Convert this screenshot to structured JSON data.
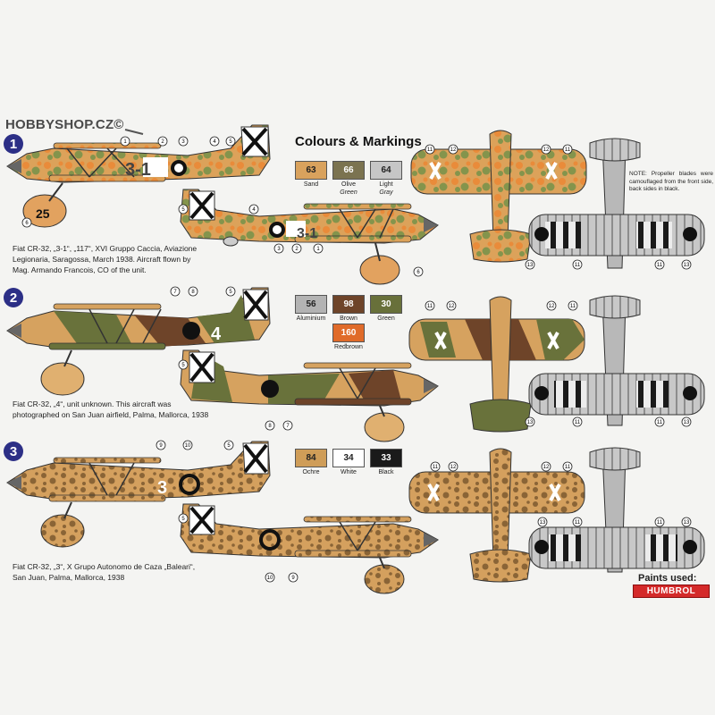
{
  "watermark": "HOBBYSHOP.CZ©",
  "title": "Colours & Markings",
  "profiles": [
    {
      "number": "1",
      "caption": [
        "Fiat CR-32, „3-1“, „117“, XVI Gruppo Caccia, Aviazione",
        "Legionaria, Saragossa, March 1938. Aircraft flown by",
        "Mag. Armando Francois, CO of the unit."
      ]
    },
    {
      "number": "2",
      "caption": [
        "Fiat CR-32, „4“, unit unknown. This aircraft was",
        "photographed on San Juan airfield, Palma, Mallorca, 1938"
      ]
    },
    {
      "number": "3",
      "caption": [
        "Fiat CR-32, „3“, X Grupo Autonomo de Caza „Baleari“,",
        "San Juan, Palma, Mallorca, 1938"
      ]
    }
  ],
  "swatches": [
    {
      "code": "63",
      "name": "Sand",
      "sub": "",
      "color": "#d9a25d",
      "text": "#222"
    },
    {
      "code": "66",
      "name": "Olive",
      "sub": "Green",
      "color": "#7b7350",
      "text": "#fff"
    },
    {
      "code": "64",
      "name": "Light",
      "sub": "Gray",
      "color": "#c6c6c6",
      "text": "#222"
    },
    {
      "code": "56",
      "name": "Aluminium",
      "sub": "",
      "color": "#b3b3b3",
      "text": "#222"
    },
    {
      "code": "98",
      "name": "Brown",
      "sub": "",
      "color": "#6e4429",
      "text": "#fff"
    },
    {
      "code": "30",
      "name": "Green",
      "sub": "",
      "color": "#68703a",
      "text": "#fff"
    },
    {
      "code": "160",
      "name": "Redbrown",
      "sub": "",
      "color": "#e06b2a",
      "text": "#fff"
    },
    {
      "code": "84",
      "name": "Ochre",
      "sub": "",
      "color": "#cf9d58",
      "text": "#222"
    },
    {
      "code": "34",
      "name": "White",
      "sub": "",
      "color": "#ffffff",
      "text": "#222"
    },
    {
      "code": "33",
      "name": "Black",
      "sub": "",
      "color": "#1a1a1a",
      "text": "#fff"
    }
  ],
  "note": "NOTE: Propeller blades were camouflaged from the front side, back sides in black.",
  "paints_label": "Paints used:",
  "brand": "HUMBROL",
  "aircraft_codes": {
    "p1": "3-1",
    "p1b": "3-1",
    "p1_wheel": "25",
    "p2": "4",
    "p3": "3"
  },
  "callouts": {
    "p1a": [
      "1",
      "2",
      "3",
      "4",
      "5",
      "6"
    ],
    "p1b": [
      "5",
      "4",
      "3",
      "2",
      "1",
      "6"
    ],
    "p2a": [
      "7",
      "8",
      "5"
    ],
    "p2b": [
      "5",
      "8",
      "7"
    ],
    "p3a": [
      "9",
      "10",
      "5"
    ],
    "p3b": [
      "5",
      "10",
      "9"
    ],
    "top": [
      "11",
      "12",
      "12",
      "11",
      "11",
      "12",
      "12",
      "11",
      "11",
      "12",
      "12",
      "11"
    ],
    "bottom": [
      "13",
      "11",
      "11",
      "13",
      "13",
      "11",
      "11",
      "13",
      "13",
      "11",
      "11",
      "13"
    ]
  },
  "colors": {
    "badge": "#2c2f86",
    "camo_orange": "#e58a3d",
    "camo_green": "#7e8f4a",
    "camo_sand": "#d9a25d",
    "silver": "#b8b8b8",
    "brown": "#6e4429",
    "black": "#1a1a1a"
  }
}
